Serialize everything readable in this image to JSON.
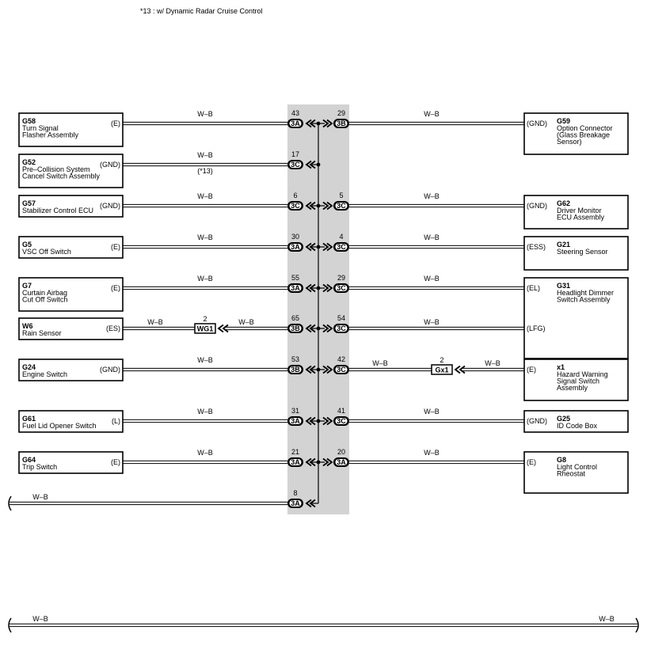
{
  "note": "*13 : w/ Dynamic Radar Cruise Control",
  "wire_color": "W–B",
  "left_components": [
    {
      "id": "G58",
      "name": [
        "Turn Signal",
        "Flasher Assembly"
      ],
      "terminal": "(E)",
      "pin": "43",
      "connector": "3A"
    },
    {
      "id": "G52",
      "name": [
        "Pre–Collision System",
        "Cancel Switch Assembly"
      ],
      "terminal": "(GND)",
      "pin": "17",
      "connector": "3C",
      "wire_note": "(*13)"
    },
    {
      "id": "G57",
      "name": [
        "Stabilizer Control ECU"
      ],
      "terminal": "(GND)",
      "pin": "6",
      "connector": "3C"
    },
    {
      "id": "G5",
      "name": [
        "VSC Off Switch"
      ],
      "terminal": "(E)",
      "pin": "30",
      "connector": "3A"
    },
    {
      "id": "G7",
      "name": [
        "Curtain Airbag",
        "Cut Off Switch"
      ],
      "terminal": "(E)",
      "pin": "55",
      "connector": "3A"
    },
    {
      "id": "W6",
      "name": [
        "Rain Sensor"
      ],
      "terminal": "(ES)",
      "pin": "65",
      "connector": "3B",
      "inline_connector": "WG1",
      "inline_pin": "2"
    },
    {
      "id": "G24",
      "name": [
        "Engine Switch"
      ],
      "terminal": "(GND)",
      "pin": "53",
      "connector": "3B"
    },
    {
      "id": "G61",
      "name": [
        "Fuel Lid Opener Switch"
      ],
      "terminal": "(L)",
      "pin": "31",
      "connector": "3A"
    },
    {
      "id": "G64",
      "name": [
        "Trip Switch"
      ],
      "terminal": "(E)",
      "pin": "21",
      "connector": "3A"
    }
  ],
  "right_components": [
    {
      "id": "G59",
      "name": [
        "Option Connector",
        "(Glass Breakage",
        " Sensor)"
      ],
      "terminal": "(GND)",
      "pin": "29",
      "connector": "3B"
    },
    {
      "id": "G62",
      "name": [
        "Driver Monitor",
        "ECU Assembly"
      ],
      "terminal": "(GND)",
      "pin": "5",
      "connector": "3C"
    },
    {
      "id": "G21",
      "name": [
        "Steering Sensor"
      ],
      "terminal": "(ESS)",
      "pin": "4",
      "connector": "3C"
    },
    {
      "id": "G31",
      "name": [
        "Headlight Dimmer",
        "Switch Assembly"
      ],
      "terminal": "(EL)",
      "terminal2": "(LFG)",
      "pin": "29",
      "connector": "3C",
      "pin2": "54",
      "connector2": "3C"
    },
    {
      "id": "x1",
      "name": [
        "Hazard Warning",
        "Signal Switch",
        "Assembly"
      ],
      "terminal": "(E)",
      "pin": "42",
      "connector": "3C",
      "inline_connector": "Gx1",
      "inline_pin": "2"
    },
    {
      "id": "G25",
      "name": [
        "ID Code Box"
      ],
      "terminal": "(GND)",
      "pin": "41",
      "connector": "3C"
    },
    {
      "id": "G8",
      "name": [
        "Light Control",
        "Rheostat"
      ],
      "terminal": "(E)",
      "pin": "20",
      "connector": "3A"
    }
  ],
  "bottom_link": {
    "pin": "8",
    "connector": "3A"
  }
}
